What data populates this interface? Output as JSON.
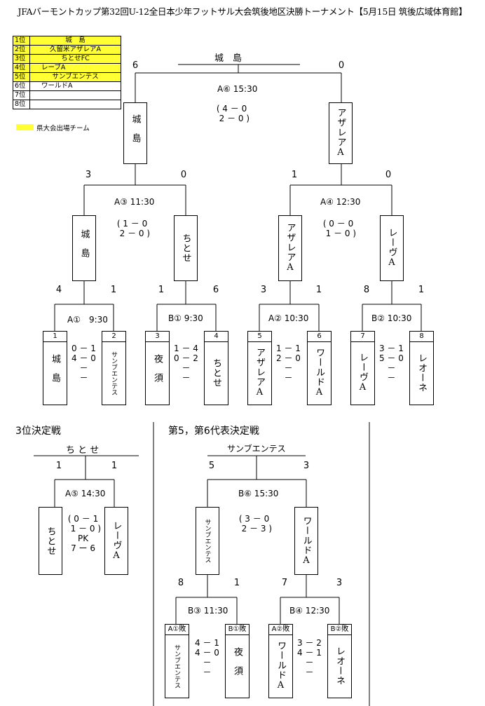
{
  "title": "JFAバーモントカップ第32回U-12全日本少年フットサル大会筑後地区決勝トーナメント【5月15日 筑後広域体育館】",
  "colors": {
    "highlight": "#ffff33",
    "line": "#000000"
  },
  "rankings": [
    {
      "place": "1位",
      "team": "城　島"
    },
    {
      "place": "2位",
      "team": "久留米アザレアA"
    },
    {
      "place": "3位",
      "team": "ちとせFC"
    },
    {
      "place": "4位",
      "team": "レーブA"
    },
    {
      "place": "5位",
      "team": "サンブエンテス"
    },
    {
      "place": "6位",
      "team": "ワールドA"
    },
    {
      "place": "7位",
      "team": ""
    },
    {
      "place": "8位",
      "team": ""
    }
  ],
  "legend": "県大会出場チーム",
  "final": {
    "winner": "城　島",
    "label": "A⑥ 15:30",
    "scores": "( 4 － 0\n  2 － 0 )",
    "left_score": "6",
    "right_score": "0",
    "left_team": "城島",
    "right_team": "アザレアA"
  },
  "semi_left": {
    "label": "A③ 11:30",
    "scores": "( 1 － 0\n  2 － 0 )",
    "left_score": "3",
    "right_score": "0",
    "left_team": "城島",
    "right_team": "ちとせ"
  },
  "semi_right": {
    "label": "A④ 12:30",
    "scores": "( 0 － 0\n  1 － 0 )",
    "left_score": "1",
    "right_score": "0",
    "left_team": "アザレアA",
    "right_team": "レーヴA"
  },
  "qf": [
    {
      "label": "A①　9:30",
      "left_score": "4",
      "right_score": "1",
      "scores": "0 － 1\n4 － 0\n－\n－",
      "left_no": "1",
      "left_team": "城島",
      "right_no": "2",
      "right_team": "サンブエンテス"
    },
    {
      "label": "B①  9:30",
      "left_score": "1",
      "right_score": "6",
      "scores": "1 － 4\n0 － 2\n－\n－",
      "left_no": "3",
      "left_team": "夜須",
      "right_no": "4",
      "right_team": "ちとせ"
    },
    {
      "label": "A②  10:30",
      "left_score": "3",
      "right_score": "1",
      "scores": "1 － 1\n2 － 0\n－\n－",
      "left_no": "5",
      "left_team": "アザレアA",
      "right_no": "6",
      "right_team": "ワールドA"
    },
    {
      "label": "B②  10:30",
      "left_score": "8",
      "right_score": "1",
      "scores": "3 － 1\n5 － 0\n－\n－",
      "left_no": "7",
      "left_team": "レーヴA",
      "right_no": "8",
      "right_team": "レオーネ"
    }
  ],
  "third": {
    "heading": "3位決定戦",
    "winner": "ち と せ",
    "label": "A⑤ 14:30",
    "left_score": "1",
    "right_score": "1",
    "scores": "( 0 － 1\n  1 － 0 )\nPK\n7 ー 6",
    "left_team": "ちとせ",
    "right_team": "レーヴA"
  },
  "fifth": {
    "heading": "第5，第6代表決定戦",
    "winner": "サンブエンテス",
    "final": {
      "label": "B⑥ 15:30",
      "scores": "( 3 － 0\n  2 － 3 )",
      "left_score": "5",
      "right_score": "3",
      "left_team": "サンブエンテス",
      "right_team": "ワールドA"
    },
    "b3": {
      "label": "B③ 11:30",
      "left_score": "8",
      "right_score": "1",
      "scores": "4 － 1\n4 － 0\n－\n－",
      "left_slot": "A①敗",
      "left_team": "サンブエンテス",
      "right_slot": "B①敗",
      "right_team": "夜須"
    },
    "b4": {
      "label": "B④ 12:30",
      "left_score": "7",
      "right_score": "3",
      "scores": "3 － 2\n4 － 1\n－\n－",
      "left_slot": "A②敗",
      "left_team": "ワールドA",
      "right_slot": "B②敗",
      "right_team": "レオーネ"
    }
  }
}
